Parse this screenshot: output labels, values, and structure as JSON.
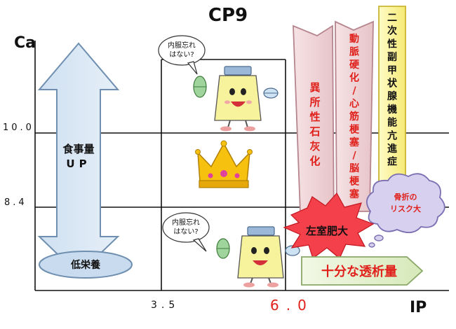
{
  "title": "CP9",
  "axes": {
    "y_label": "Ca",
    "x_label": "IP",
    "y_ticks": [
      "10.0",
      "8.4"
    ],
    "x_ticks": [
      "3.5",
      "6.0"
    ]
  },
  "left_arrow": {
    "label_line1": "食事量",
    "label_line2": "UP",
    "base_label": "低栄養"
  },
  "speech_bubbles": {
    "top": {
      "line1": "内服忘れ",
      "line2": "はない?"
    },
    "bottom": {
      "line1": "内服忘れ",
      "line2": "はない?"
    }
  },
  "crown_icon": "crown-icon",
  "vertical_arrows": [
    {
      "label": "異所性石灰化"
    },
    {
      "label": "動脈硬化/心筋梗塞/脳梗塞"
    },
    {
      "label": "二次性副甲状腺機能亢進症"
    }
  ],
  "left_ventricle_label": "左室肥大",
  "fracture_cloud": {
    "line1": "骨折の",
    "line2": "リスク大"
  },
  "dialysis_arrow_label": "十分な透析量",
  "colors": {
    "grid": "#111111",
    "arrow_fill": "#d8e6f3",
    "arrow_stroke": "#6f8fb0",
    "pink_fill": "#f1d6d9",
    "pink_stroke": "#b6858d",
    "yellow_fill": "#fcf39a",
    "red_text": "#e0201a",
    "burst_fill": "#f4404a",
    "green_fill": "#e6f2d2",
    "cloud_fill": "#d7d0ef"
  }
}
